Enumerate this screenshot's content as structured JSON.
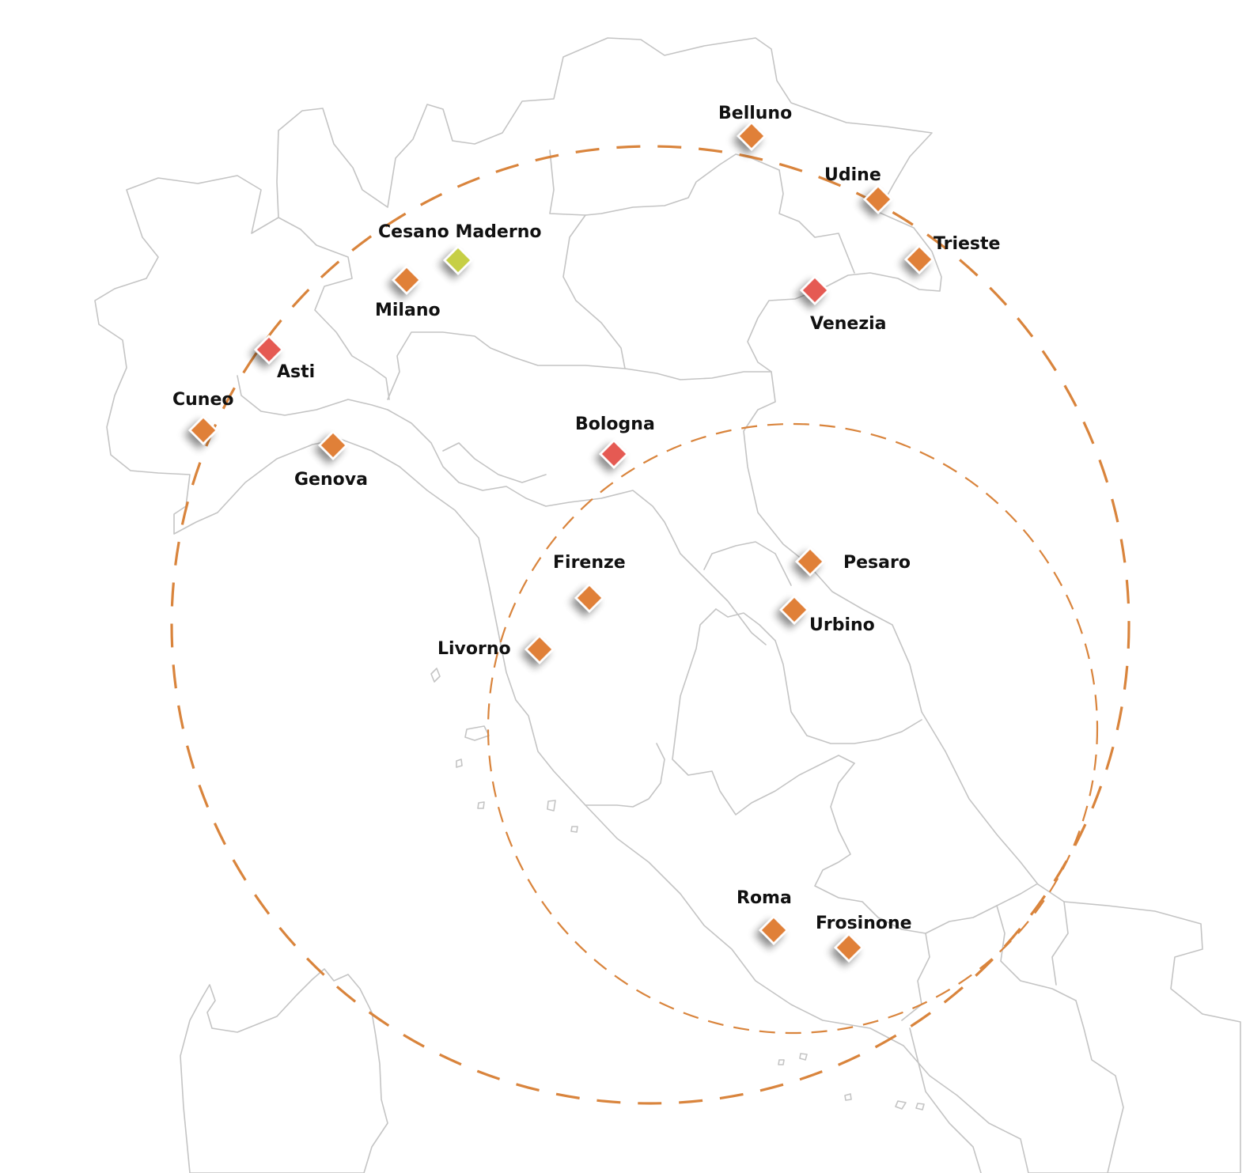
{
  "map": {
    "colors": {
      "marker_default": "#e08038",
      "marker_red": "#e55a52",
      "marker_lime": "#c6cf45",
      "ring": "#d9843c",
      "border": "#c4c4c4",
      "label": "#111111"
    },
    "cities": [
      {
        "id": "belluno",
        "name": "Belluno",
        "color": "#e08038"
      },
      {
        "id": "udine",
        "name": "Udine",
        "color": "#e08038"
      },
      {
        "id": "trieste",
        "name": "Trieste",
        "color": "#e08038"
      },
      {
        "id": "venezia",
        "name": "Venezia",
        "color": "#e55a52"
      },
      {
        "id": "cesano-maderno",
        "name": "Cesano Maderno",
        "color": "#c6cf45"
      },
      {
        "id": "milano",
        "name": "Milano",
        "color": "#e08038"
      },
      {
        "id": "asti",
        "name": "Asti",
        "color": "#e55a52"
      },
      {
        "id": "cuneo",
        "name": "Cuneo",
        "color": "#e08038"
      },
      {
        "id": "genova",
        "name": "Genova",
        "color": "#e08038"
      },
      {
        "id": "bologna",
        "name": "Bologna",
        "color": "#e55a52"
      },
      {
        "id": "firenze",
        "name": "Firenze",
        "color": "#e08038"
      },
      {
        "id": "livorno",
        "name": "Livorno",
        "color": "#e08038"
      },
      {
        "id": "pesaro",
        "name": "Pesaro",
        "color": "#e08038"
      },
      {
        "id": "urbino",
        "name": "Urbino",
        "color": "#e08038"
      },
      {
        "id": "roma",
        "name": "Roma",
        "color": "#e08038"
      },
      {
        "id": "frosinone",
        "name": "Frosinone",
        "color": "#e08038"
      }
    ]
  }
}
